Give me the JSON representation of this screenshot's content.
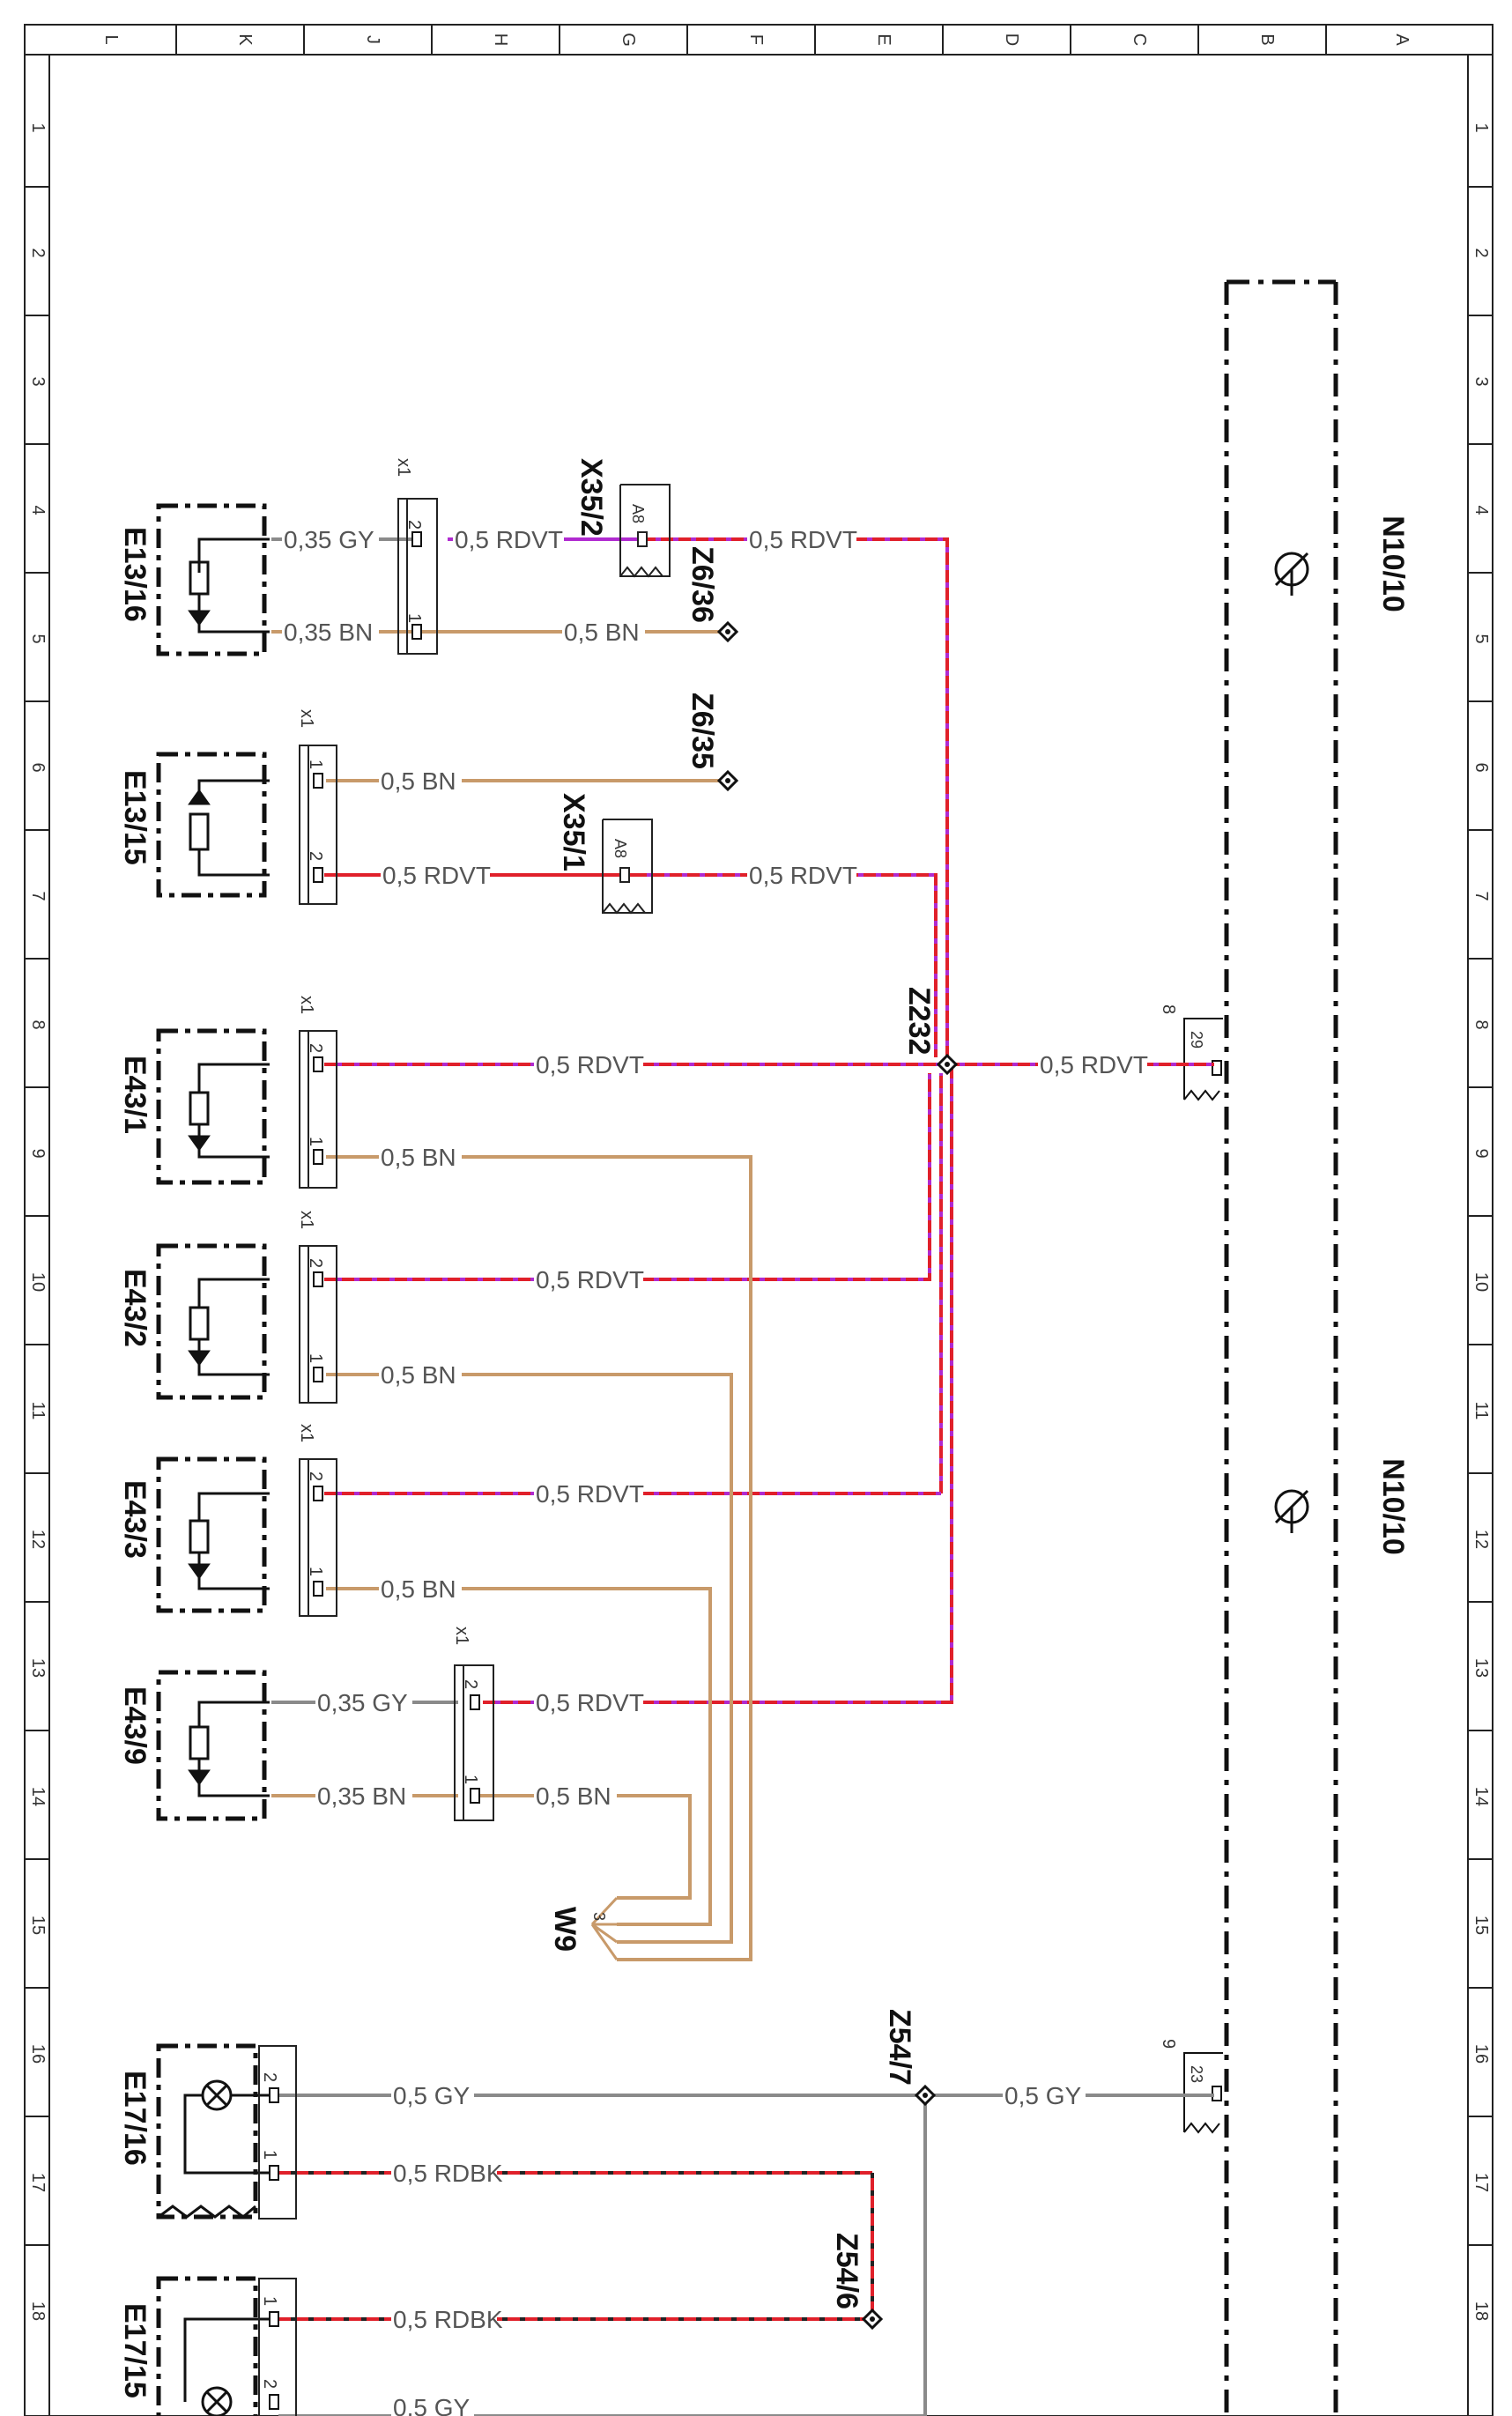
{
  "grid": {
    "columns": [
      "L",
      "K",
      "J",
      "H",
      "G",
      "F",
      "E",
      "D",
      "C",
      "B",
      "A"
    ],
    "rows": [
      "1",
      "2",
      "3",
      "4",
      "5",
      "6",
      "7",
      "8",
      "9",
      "10",
      "11",
      "12",
      "13",
      "14",
      "15",
      "16",
      "17",
      "18"
    ]
  },
  "colors": {
    "rdvt_red": "#e0202a",
    "rdvt_violet": "#b02ad0",
    "bn": "#c89a6a",
    "gy": "#8a8a8a",
    "rdbk_red": "#e0202a",
    "rdbk_black": "#222222"
  },
  "components": {
    "e13_16": "E13/16",
    "e13_15": "E13/15",
    "e43_1": "E43/1",
    "e43_2": "E43/2",
    "e43_3": "E43/3",
    "e43_9": "E43/9",
    "e17_16": "E17/16",
    "e17_15": "E17/15",
    "n10_top": "N10/10",
    "n10_bottom": "N10/10",
    "x35_2": "X35/2",
    "x35_1": "X35/1",
    "z6_36": "Z6/36",
    "z6_35": "Z6/35",
    "z232": "Z232",
    "z54_7": "Z54/7",
    "z54_6": "Z54/6",
    "w9": "W9"
  },
  "connectors": {
    "x1": "x1",
    "pin1": "1",
    "pin2": "2",
    "a8": "A8",
    "n10_8": "8",
    "n10_29": "29",
    "n10_9": "9",
    "n10_23": "23",
    "w9_pin": "3"
  },
  "wires": {
    "gy_035": "0,35 GY",
    "bn_035": "0,35 BN",
    "rdvt_05": "0,5 RDVT",
    "bn_05": "0,5 BN",
    "gy_05": "0,5 GY",
    "rdbk_05": "0,5 RDBK"
  }
}
